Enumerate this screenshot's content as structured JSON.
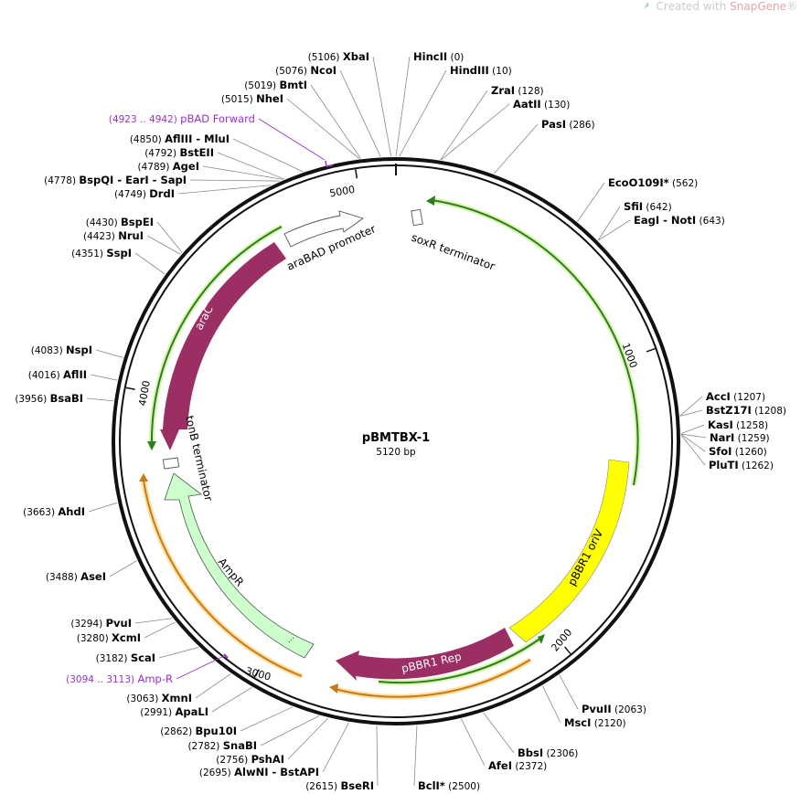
{
  "watermark": {
    "prefix": "Created with ",
    "brand": "SnapGene",
    "suffix": "®"
  },
  "plasmid": {
    "name": "pBMTBX-1",
    "length_label": "5120 bp",
    "total_bp": 5120
  },
  "ticks": [
    {
      "bp": 1000,
      "label": "1000"
    },
    {
      "bp": 2000,
      "label": "2000"
    },
    {
      "bp": 3000,
      "label": "3000"
    },
    {
      "bp": 4000,
      "label": "4000"
    },
    {
      "bp": 5000,
      "label": "5000"
    }
  ],
  "colors": {
    "backbone": "#111111",
    "araC": "#9b2f63",
    "pBBR1_Rep": "#9b2f63",
    "oriV": "#ffff00",
    "AmpR_fill": "#ccffcc",
    "promoter_fill": "#ffffff",
    "orf_green": "#2e7d1e",
    "orf_green_glow": "#c8f0a0",
    "orf_orange": "#c77a1a",
    "orf_orange_glow": "#ffdd99",
    "primer": "#9932cc",
    "gray_label": "#808080"
  },
  "features": [
    {
      "name": "araC",
      "label": "araC",
      "type": "cds"
    },
    {
      "name": "araBAD promoter",
      "label": "araBAD promoter",
      "type": "promoter"
    },
    {
      "name": "soxR terminator",
      "label": "soxR terminator",
      "type": "terminator"
    },
    {
      "name": "tonB terminator",
      "label": "tonB terminator",
      "type": "terminator"
    },
    {
      "name": "AmpR",
      "label": "AmpR",
      "type": "cds"
    },
    {
      "name": "pBBR1 Rep",
      "label": "pBBR1 Rep",
      "type": "cds"
    },
    {
      "name": "pBBR1 oriV",
      "label": "pBBR1 oriV",
      "type": "rep_origin"
    }
  ],
  "sites": [
    {
      "name": "XbaI",
      "pos": "(5106)"
    },
    {
      "name": "NcoI",
      "pos": "(5076)"
    },
    {
      "name": "BmtI",
      "pos": "(5019)"
    },
    {
      "name": "NheI",
      "pos": "(5015)"
    },
    {
      "name": "HincII",
      "pos": "(0)"
    },
    {
      "name": "HindIII",
      "pos": "(10)"
    },
    {
      "name": "ZraI",
      "pos": "(128)"
    },
    {
      "name": "AatII",
      "pos": "(130)"
    },
    {
      "name": "PasI",
      "pos": "(286)"
    },
    {
      "name": "EcoO109I*",
      "pos": "(562)"
    },
    {
      "name": "SfiI",
      "pos": "(642)"
    },
    {
      "name": "EagI - NotI",
      "pos": "(643)"
    },
    {
      "name": "AflIII - MluI",
      "pos": "(4850)"
    },
    {
      "name": "BstEII",
      "pos": "(4792)"
    },
    {
      "name": "AgeI",
      "pos": "(4789)"
    },
    {
      "name": "BspQI - EarI - SapI",
      "pos": "(4778)"
    },
    {
      "name": "DrdI",
      "pos": "(4749)"
    },
    {
      "name": "BspEI",
      "pos": "(4430)"
    },
    {
      "name": "NruI",
      "pos": "(4423)"
    },
    {
      "name": "SspI",
      "pos": "(4351)"
    },
    {
      "name": "NspI",
      "pos": "(4083)"
    },
    {
      "name": "AflII",
      "pos": "(4016)"
    },
    {
      "name": "BsaBI",
      "pos": "(3956)"
    },
    {
      "name": "AccI",
      "pos": "(1207)"
    },
    {
      "name": "BstZ17I",
      "pos": "(1208)"
    },
    {
      "name": "KasI",
      "pos": "(1258)"
    },
    {
      "name": "NarI",
      "pos": "(1259)"
    },
    {
      "name": "SfoI",
      "pos": "(1260)"
    },
    {
      "name": "PluTI",
      "pos": "(1262)"
    },
    {
      "name": "AhdI",
      "pos": "(3663)"
    },
    {
      "name": "AseI",
      "pos": "(3488)"
    },
    {
      "name": "PvuI",
      "pos": "(3294)"
    },
    {
      "name": "XcmI",
      "pos": "(3280)"
    },
    {
      "name": "ScaI",
      "pos": "(3182)"
    },
    {
      "name": "XmnI",
      "pos": "(3063)"
    },
    {
      "name": "ApaLI",
      "pos": "(2991)"
    },
    {
      "name": "Bpu10I",
      "pos": "(2862)"
    },
    {
      "name": "SnaBI",
      "pos": "(2782)"
    },
    {
      "name": "PshAI",
      "pos": "(2756)"
    },
    {
      "name": "AlwNI - BstAPI",
      "pos": "(2695)"
    },
    {
      "name": "BseRI",
      "pos": "(2615)"
    },
    {
      "name": "BclI*",
      "pos": "(2500)"
    },
    {
      "name": "AfeI",
      "pos": "(2372)"
    },
    {
      "name": "BbsI",
      "pos": "(2306)"
    },
    {
      "name": "MscI",
      "pos": "(2120)"
    },
    {
      "name": "PvuII",
      "pos": "(2063)"
    }
  ],
  "primers": [
    {
      "name": "pBAD Forward",
      "range": "(4923 .. 4942)"
    },
    {
      "name": "Amp-R",
      "range": "(3094 .. 3113)"
    }
  ]
}
